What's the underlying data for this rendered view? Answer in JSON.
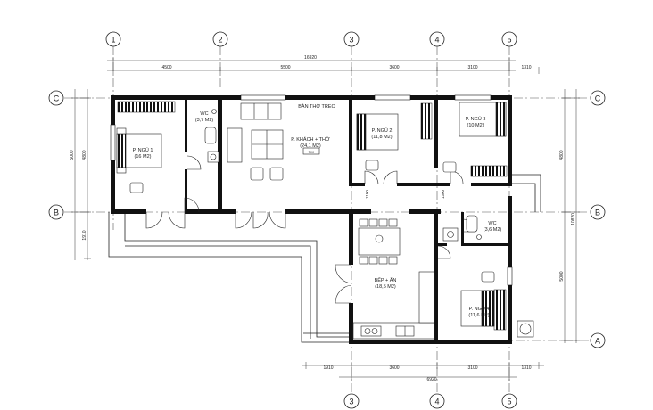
{
  "grid": {
    "columns": [
      "1",
      "2",
      "3",
      "4",
      "5"
    ],
    "rows": [
      "C",
      "B",
      "A"
    ]
  },
  "dims": {
    "top_total": "16920",
    "top_segments": [
      "4500",
      "5500",
      "3600",
      "3100",
      "1310"
    ],
    "left_segments": [
      "5000",
      "4800",
      "1910"
    ],
    "right_segments": [
      "4800",
      "10820",
      "5000"
    ],
    "bottom_segments": [
      "1910",
      "3600",
      "3100",
      "1310"
    ],
    "bottom_total": "6920",
    "inner_marks": [
      "1100",
      "1300"
    ]
  },
  "rooms": {
    "bedroom1": {
      "name": "P. NGỦ 1",
      "area": "(16 M2)"
    },
    "wc1": {
      "name": "WC",
      "area": "(3,7 M2)"
    },
    "living": {
      "name": "P. KHÁCH + THỜ",
      "area": "(24,1 M2)"
    },
    "altar": "BÀN THỜ TREO",
    "tv_label": "TIVI",
    "bedroom2": {
      "name": "P. NGỦ 2",
      "area": "(11,8 M2)"
    },
    "bedroom3": {
      "name": "P. NGỦ 3",
      "area": "(10 M2)"
    },
    "wc2": {
      "name": "WC",
      "area": "(3,6 M2)"
    },
    "kitchen": {
      "name": "BẾP + ĂN",
      "area": "(18,5 M2)"
    },
    "bedroom4": {
      "name": "P. NGỦ 4",
      "area": "(11,6 M2)"
    }
  }
}
